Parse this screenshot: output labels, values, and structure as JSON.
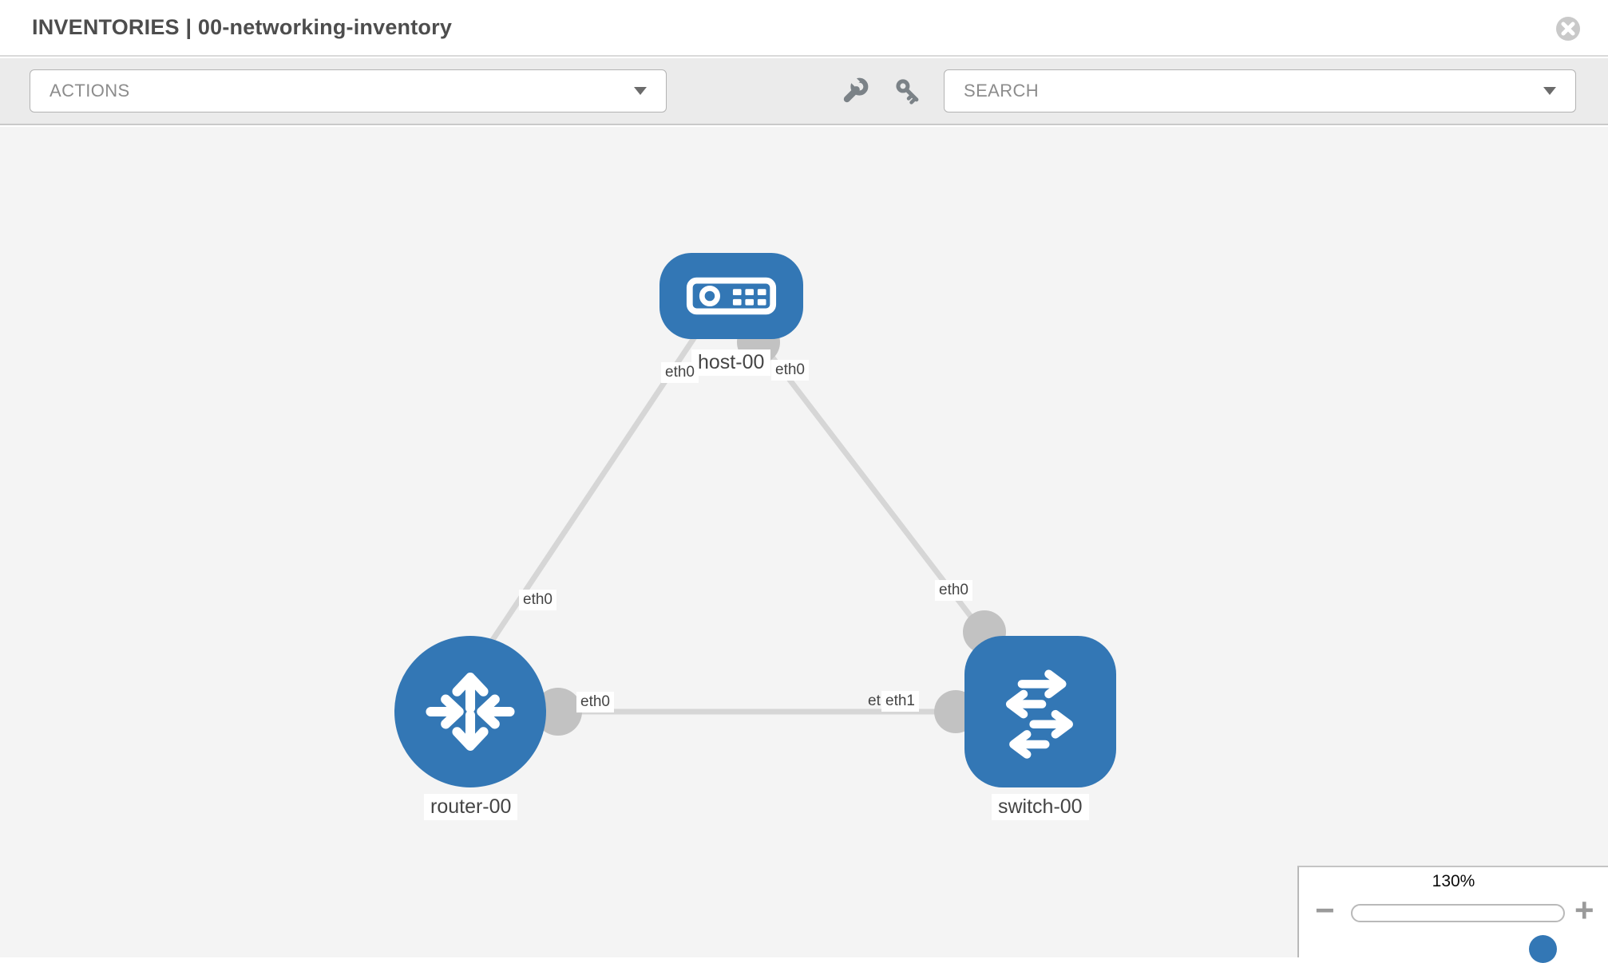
{
  "header": {
    "title": "INVENTORIES | 00-networking-inventory"
  },
  "toolbar": {
    "actions_label": "ACTIONS",
    "search_label": "SEARCH"
  },
  "icons": {
    "wrench": "wrench-icon",
    "key": "key-icon",
    "close": "close-icon",
    "caret": "caret-down-icon",
    "host": "server-icon",
    "router": "router-arrows-icon",
    "switch": "switch-arrows-icon"
  },
  "colors": {
    "node_blue": "#3377b5",
    "link_gray": "#d6d6d6",
    "connector_gray": "#c2c2c2",
    "canvas_bg": "#f4f4f4",
    "toolbar_bg": "#ebebeb"
  },
  "topology": {
    "nodes": [
      {
        "id": "host-00",
        "label": "host-00",
        "type": "host"
      },
      {
        "id": "router-00",
        "label": "router-00",
        "type": "router"
      },
      {
        "id": "switch-00",
        "label": "switch-00",
        "type": "switch"
      }
    ],
    "links": [
      {
        "from": "host-00",
        "to": "router-00",
        "from_label": "eth0",
        "to_label": "eth0"
      },
      {
        "from": "host-00",
        "to": "switch-00",
        "from_label": "eth0",
        "to_label": "eth0"
      },
      {
        "from": "router-00",
        "to": "switch-00",
        "from_label": "eth0",
        "to_label": "eth1",
        "to_label_clipped": "etl"
      }
    ]
  },
  "zoom": {
    "value": "130%",
    "minus": "−",
    "plus": "+"
  }
}
